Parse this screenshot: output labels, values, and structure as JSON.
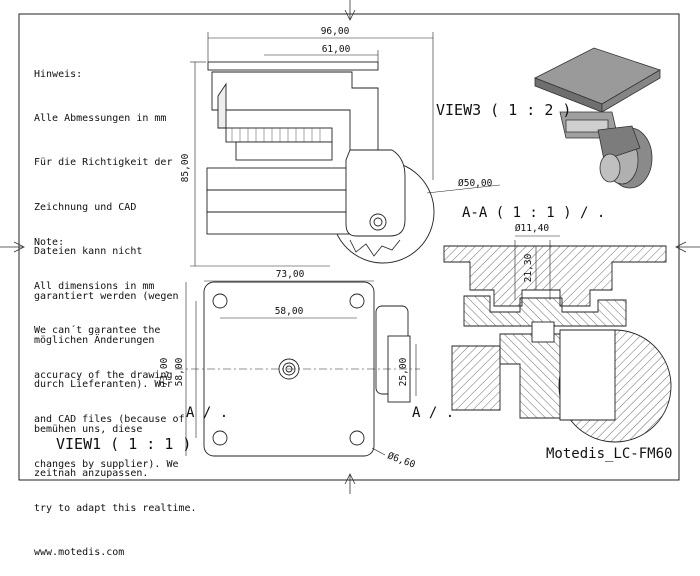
{
  "notes": {
    "german": [
      "Hinweis:",
      "Alle Abmessungen in mm",
      "Für die Richtigkeit der",
      "Zeichnung und CAD",
      "Dateien kann nicht",
      "garantiert werden (wegen",
      "möglichen Änderungen",
      "durch Lieferanten). Wir",
      "bemühen uns, diese",
      "zeitnah anzupassen."
    ],
    "english": [
      "Note:",
      "All dimensions in mm",
      "We can´t garantee the",
      "accuracy of the drawing",
      "and CAD files (because of",
      "changes by supplier). We",
      "try to adapt this realtime.",
      "www.motedis.com"
    ]
  },
  "views": {
    "view1": "VIEW1 ( 1 : 1 )",
    "view3": "VIEW3 ( 1 : 2 )",
    "section": "A-A ( 1 : 1 ) / .",
    "section_mark_left": "A / .",
    "section_mark_right": "A / ."
  },
  "dimensions": {
    "width_96": "96,00",
    "width_61": "61,00",
    "height_85": "85,00",
    "dia_50": "Ø50,00",
    "width_73": "73,00",
    "width_58": "58,00",
    "height_73": "73,00",
    "height_58": "58,00",
    "height_25": "25,00",
    "dia_6_6": "Ø6,60",
    "dia_11_4": "Ø11,40",
    "height_21_3": "21,30"
  },
  "title_block": "Motedis_LC-FM60"
}
